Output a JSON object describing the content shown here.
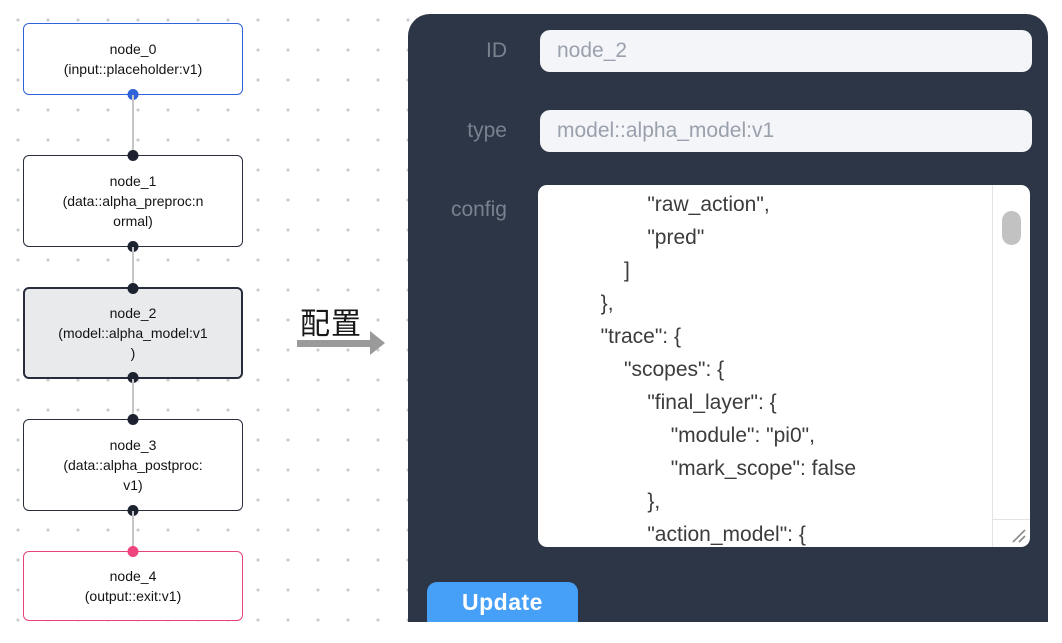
{
  "graph": {
    "nodes": [
      {
        "title": "node_0",
        "line2": "(input::placeholder:v1)"
      },
      {
        "title": "node_1",
        "line2": "(data::alpha_preproc:n",
        "line3": "ormal)"
      },
      {
        "title": "node_2",
        "line2": "(model::alpha_model:v1",
        "line3": ")"
      },
      {
        "title": "node_3",
        "line2": "(data::alpha_postproc:",
        "line3": "v1)"
      },
      {
        "title": "node_4",
        "line2": "(output::exit:v1)"
      }
    ],
    "arrow_label": "配置"
  },
  "panel": {
    "id_label": "ID",
    "id_value": "node_2",
    "type_label": "type",
    "type_value": "model::alpha_model:v1",
    "config_label": "config",
    "config_value": "                \"raw_action\",\n                \"pred\"\n            ]\n        },\n        \"trace\": {\n            \"scopes\": {\n                \"final_layer\": {\n                    \"module\": \"pi0\",\n                    \"mark_scope\": false\n                },\n                \"action_model\": {",
    "update_label": "Update"
  },
  "colors": {
    "panel_background": "#2d3646",
    "accent_blue": "#47a0f8",
    "input_node_border": "#2f62d8",
    "output_node_border": "#e7437e",
    "selected_node_fill": "#e9eaec",
    "port_dark": "#1d2230",
    "edge_gray": "#c6c6c6"
  }
}
